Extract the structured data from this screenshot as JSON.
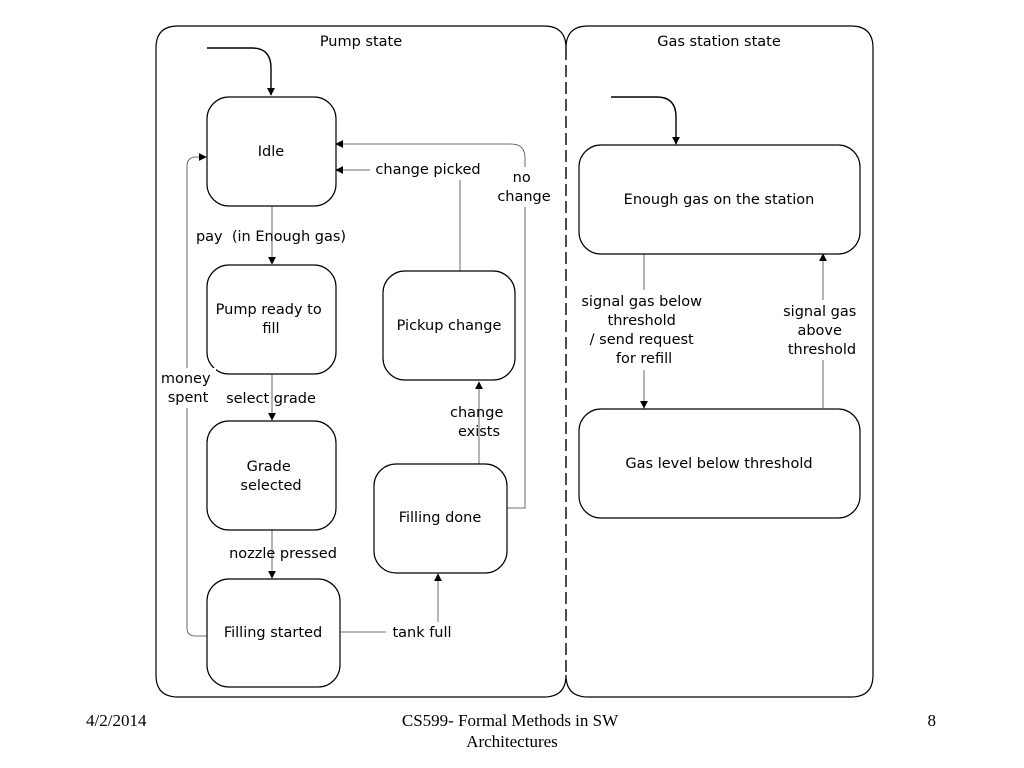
{
  "regions": {
    "pump_title": "Pump state",
    "station_title": "Gas station state"
  },
  "states": {
    "idle": "Idle",
    "pump_ready": [
      "Pump ready to",
      "fill"
    ],
    "grade_selected": [
      "Grade",
      "selected"
    ],
    "filling_started": "Filling started",
    "filling_done": "Filling done",
    "pickup_change": "Pickup change",
    "enough_gas": "Enough gas on the station",
    "gas_level_below": "Gas level below threshold"
  },
  "transitions": {
    "pay": "pay  (in Enough gas)",
    "select_grade": "select grade",
    "nozzle_pressed": "nozzle pressed",
    "tank_full": "tank full",
    "change_exists": [
      "change",
      "exists"
    ],
    "change_picked": "change picked",
    "no_change": [
      "no",
      "change"
    ],
    "money_spent": [
      "money",
      "spent"
    ],
    "signal_below": [
      "signal gas below",
      "threshold",
      "/ send request",
      "for refill"
    ],
    "signal_above": [
      "signal gas",
      "above",
      "threshold"
    ]
  },
  "footer": {
    "date": "4/2/2014",
    "course": [
      "CS599- Formal Methods in SW",
      "Architectures"
    ],
    "page": "8"
  }
}
